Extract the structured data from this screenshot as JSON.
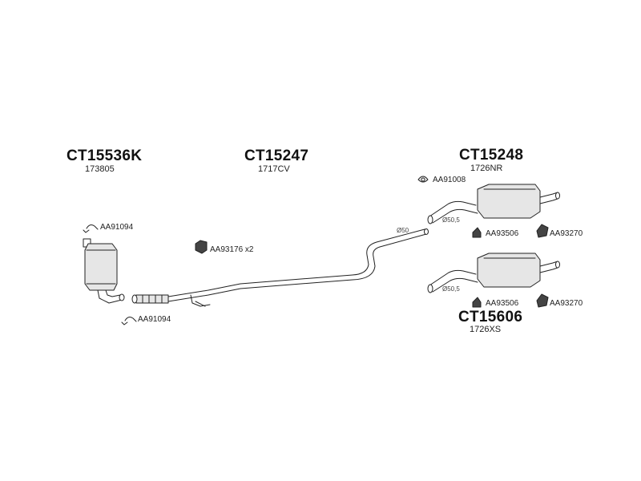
{
  "groups": {
    "cat": {
      "code": "CT15536K",
      "ref": "173805"
    },
    "mid": {
      "code": "CT15247",
      "ref": "1717CV"
    },
    "rear1": {
      "code": "CT15248",
      "ref": "1726NR"
    },
    "rear2": {
      "code": "CT15606",
      "ref": "1726XS"
    }
  },
  "parts": {
    "clamp_top_left": "AA91094",
    "clamp_bottom_left": "AA91094",
    "mount_mid": "AA93176 x2",
    "clamp_rear": "AA91008",
    "rubber1_a": "AA93506",
    "rubber1_b": "AA93270",
    "rubber2_a": "AA93506",
    "rubber2_b": "AA93270"
  },
  "dims": {
    "pipe_mid": "Ø50",
    "pipe_rear1": "Ø50,5",
    "pipe_rear2": "Ø50,5"
  },
  "colors": {
    "line": "#222222",
    "fill_light": "#e6e6e6",
    "fill_dark": "#444444"
  }
}
